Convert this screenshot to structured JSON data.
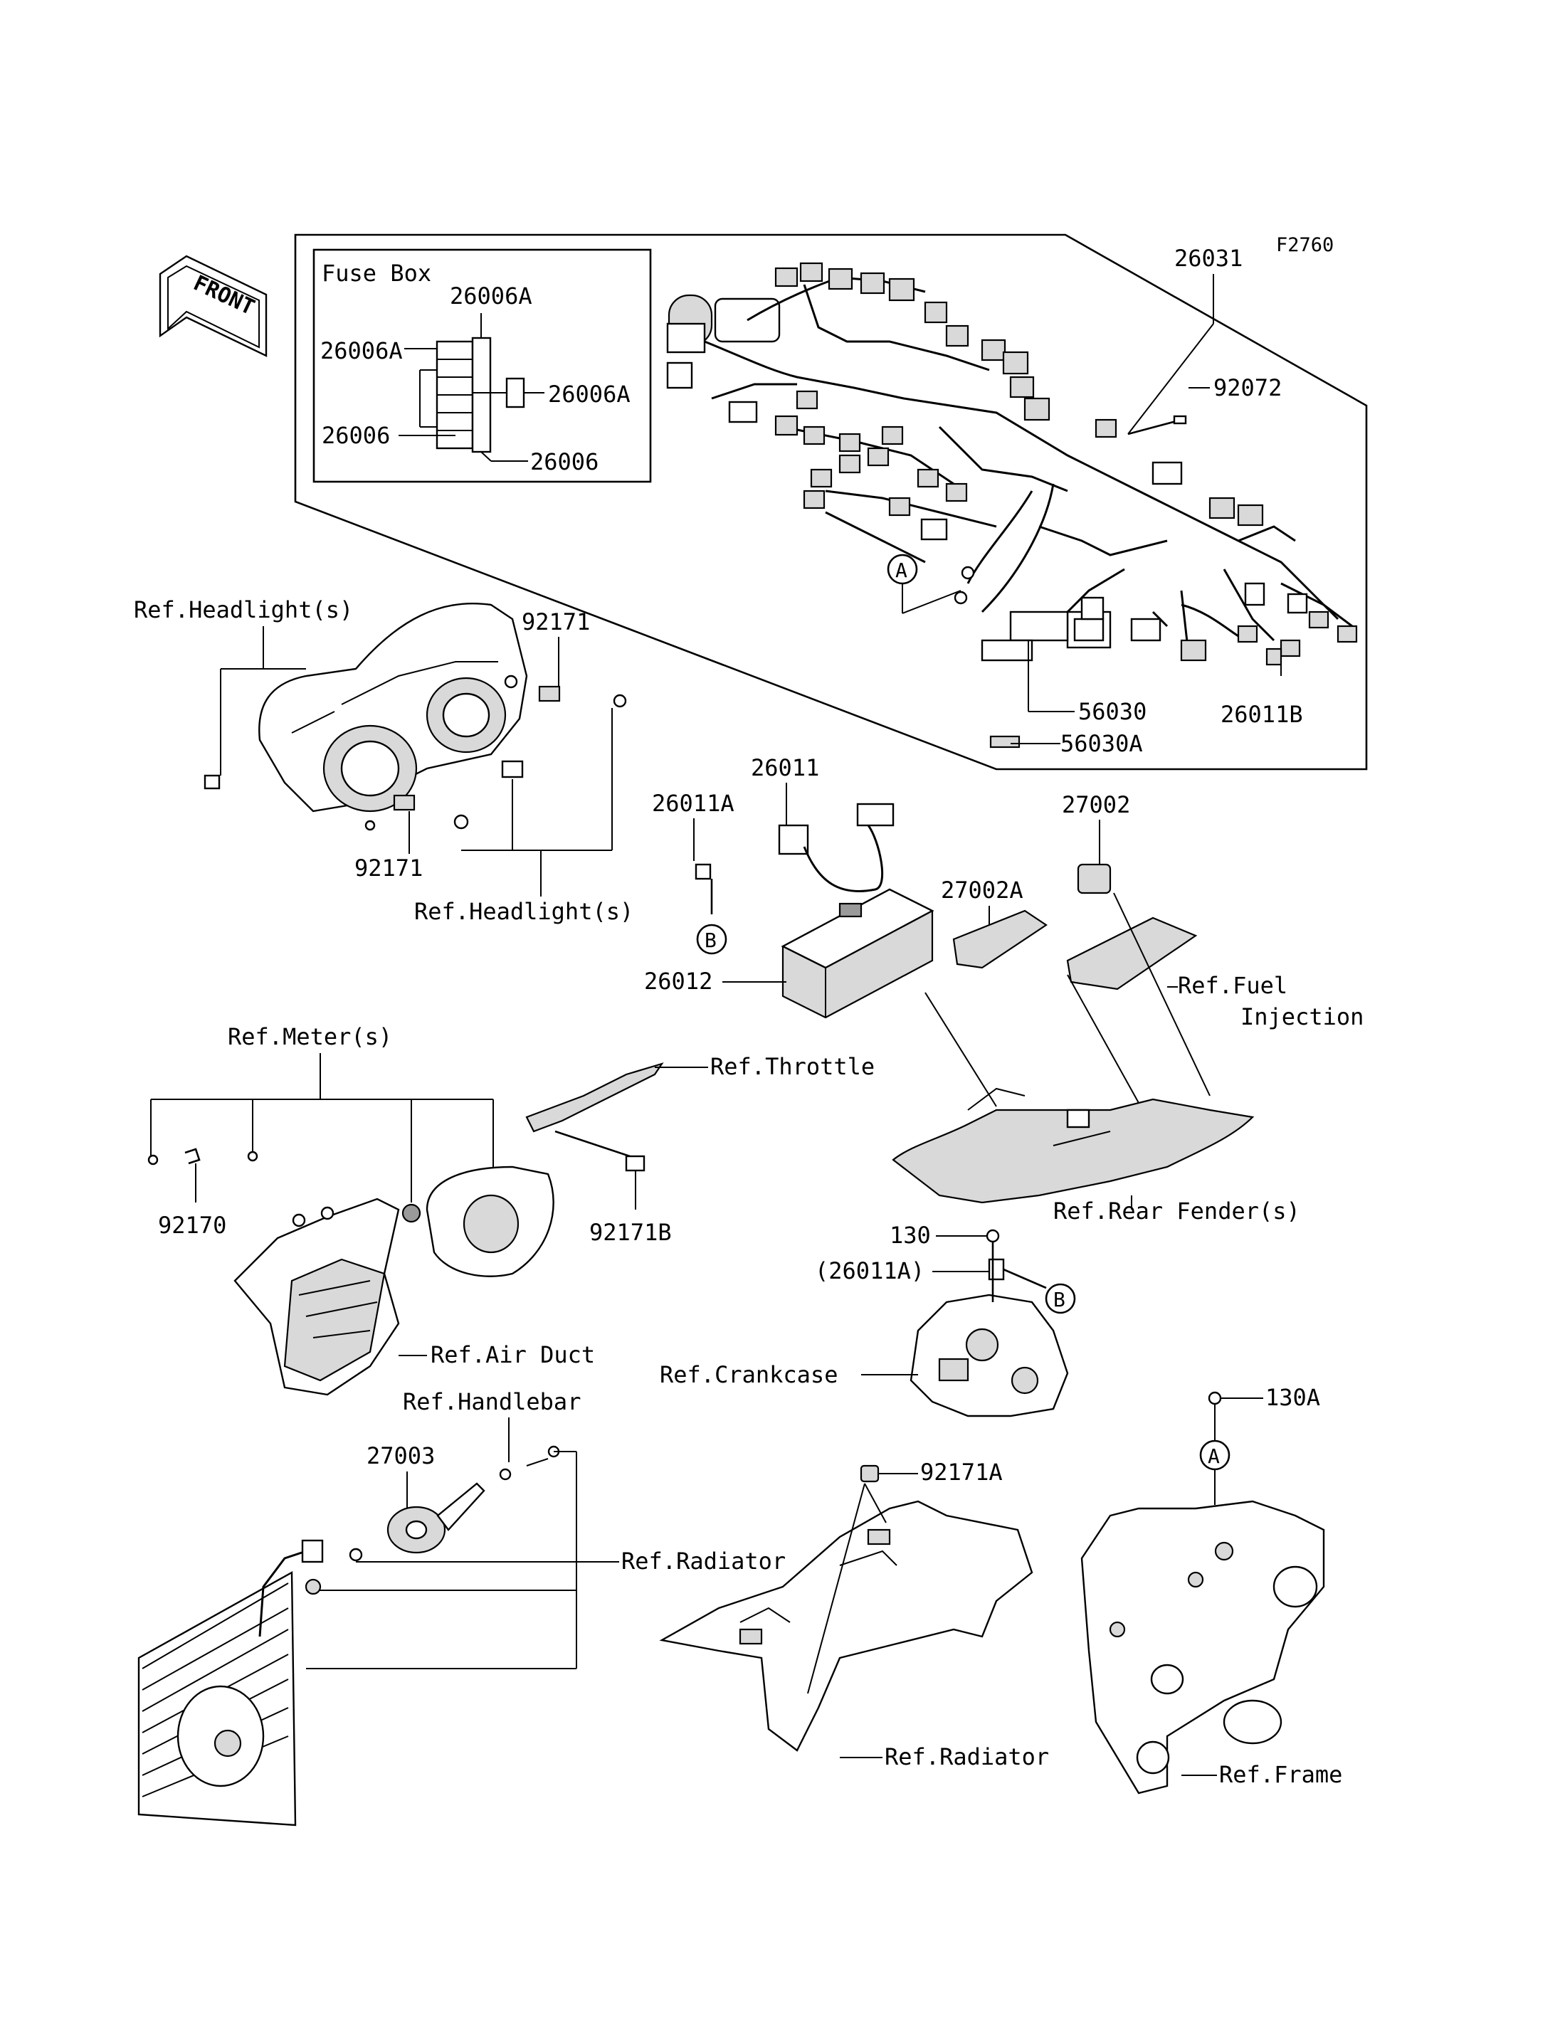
{
  "figure_code": "F2760",
  "front_label": "FRONT",
  "fuse_box": {
    "title": "Fuse Box",
    "label_top": "26006A",
    "label_left": "26006A",
    "label_right": "26006A",
    "label_bottom_left": "26006",
    "label_bottom_right": "26006"
  },
  "labels": {
    "harness": "26031",
    "band": "92072",
    "clip_56030": "56030",
    "pad_56030a": "56030A",
    "sub_26011b": "26011B",
    "callout_a": "A",
    "callout_b": "B",
    "callout_a2": "A",
    "callout_b2": "B",
    "ref_headlight_top": "Ref.Headlight(s)",
    "ref_headlight_bottom": "Ref.Headlight(s)",
    "bracket_92171_top": "92171",
    "bracket_92171_bottom": "92171",
    "lead_26011": "26011",
    "lead_26011a": "26011A",
    "lead_26011a_paren": "(26011A)",
    "battery": "26012",
    "relay": "27002",
    "relay_a": "27002A",
    "ref_fuel_1": "Ref.Fuel",
    "ref_fuel_2": "Injection",
    "ref_meter": "Ref.Meter(s)",
    "ref_throttle": "Ref.Throttle",
    "bracket_92171b": "92171B",
    "bracket_92170": "92170",
    "ref_rear_fender": "Ref.Rear Fender(s)",
    "bolt_130": "130",
    "ref_crankcase": "Ref.Crankcase",
    "ref_air_duct": "Ref.Air Duct",
    "ref_handlebar": "Ref.Handlebar",
    "horn": "27003",
    "bracket_92171a": "92171A",
    "bolt_130a": "130A",
    "ref_radiator_1": "Ref.Radiator",
    "ref_radiator_2": "Ref.Radiator",
    "ref_frame": "Ref.Frame"
  }
}
